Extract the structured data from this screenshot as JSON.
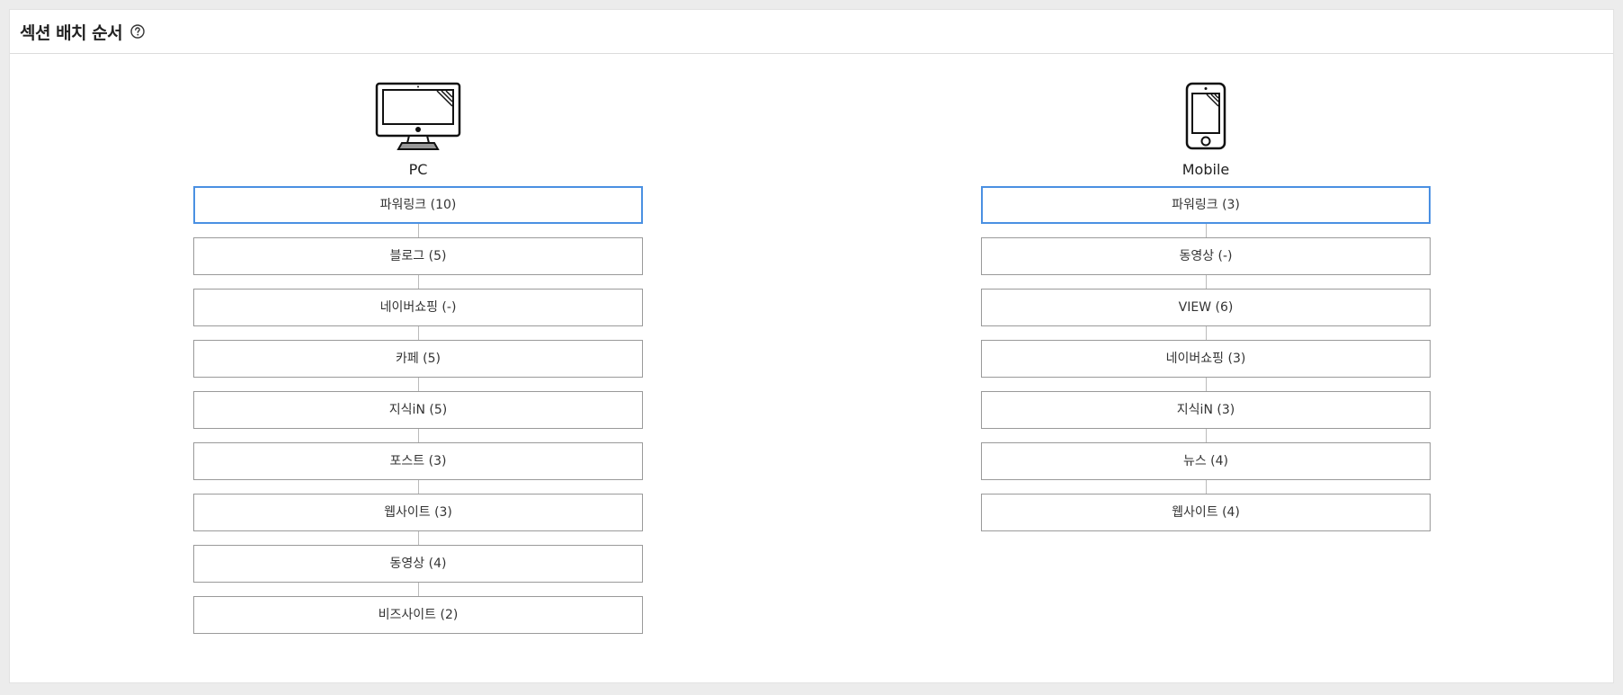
{
  "header": {
    "title": "섹션 배치 순서",
    "help_icon": "question-circle-icon"
  },
  "pc": {
    "label": "PC",
    "icon": "desktop-monitor-icon",
    "items": [
      {
        "label": "파워링크 (10)",
        "active": true
      },
      {
        "label": "블로그 (5)",
        "active": false
      },
      {
        "label": "네이버쇼핑 (-)",
        "active": false
      },
      {
        "label": "카페 (5)",
        "active": false
      },
      {
        "label": "지식iN (5)",
        "active": false
      },
      {
        "label": "포스트 (3)",
        "active": false
      },
      {
        "label": "웹사이트 (3)",
        "active": false
      },
      {
        "label": "동영상 (4)",
        "active": false
      },
      {
        "label": "비즈사이트 (2)",
        "active": false
      }
    ]
  },
  "mobile": {
    "label": "Mobile",
    "icon": "smartphone-icon",
    "items": [
      {
        "label": "파워링크 (3)",
        "active": true
      },
      {
        "label": "동영상 (-)",
        "active": false
      },
      {
        "label": "VIEW (6)",
        "active": false
      },
      {
        "label": "네이버쇼핑 (3)",
        "active": false
      },
      {
        "label": "지식iN (3)",
        "active": false
      },
      {
        "label": "뉴스 (4)",
        "active": false
      },
      {
        "label": "웹사이트 (4)",
        "active": false
      }
    ]
  },
  "colors": {
    "active_border": "#4a90e2",
    "item_border": "#9a9a9a",
    "connector": "#bbbbbb"
  }
}
